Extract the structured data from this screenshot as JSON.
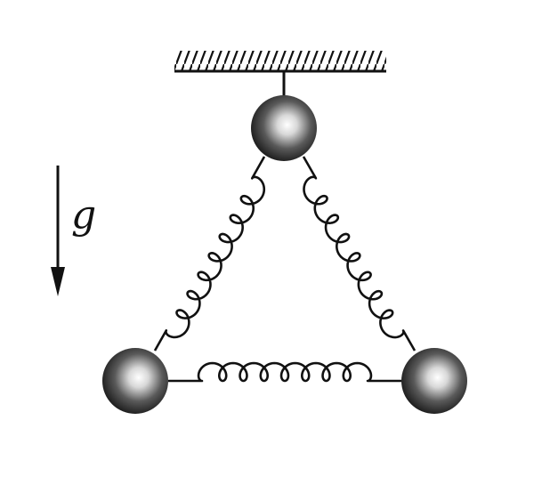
{
  "gravity": {
    "symbol": "g",
    "direction": "down"
  },
  "ceiling": {
    "fill_style": "hatched"
  },
  "masses": [
    {
      "id": "top"
    },
    {
      "id": "bottom-left"
    },
    {
      "id": "bottom-right"
    }
  ],
  "springs": [
    {
      "id": "top-left",
      "connects": [
        "top",
        "bottom-left"
      ]
    },
    {
      "id": "top-right",
      "connects": [
        "top",
        "bottom-right"
      ]
    },
    {
      "id": "bottom",
      "connects": [
        "bottom-left",
        "bottom-right"
      ]
    }
  ],
  "colors": {
    "line": "#111111",
    "ball_dark": "#1a1a1a",
    "ball_highlight": "#ffffff"
  }
}
